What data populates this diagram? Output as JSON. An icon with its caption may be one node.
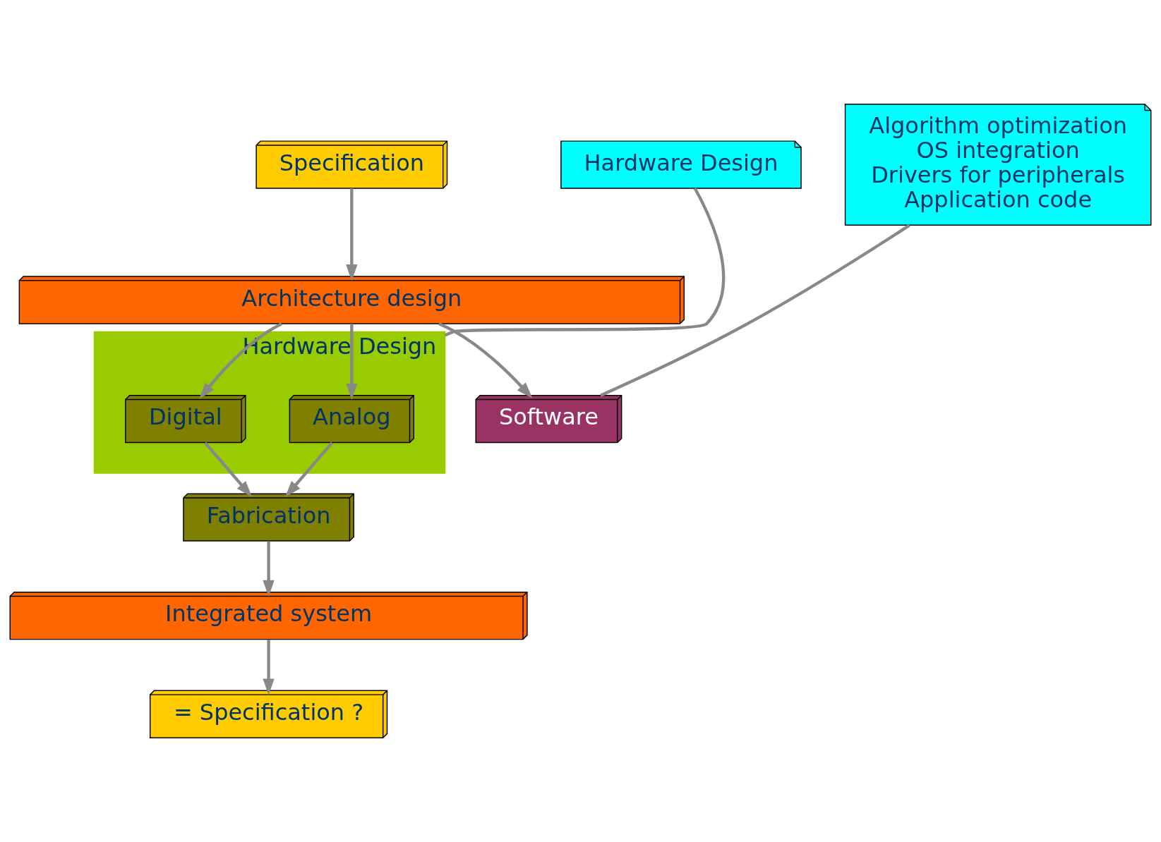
{
  "diagram": {
    "nodes": [
      {
        "text": [
          "Specification"
        ]
      },
      {
        "text": [
          "Architecture design"
        ]
      },
      {
        "text": [
          "Hardware Design"
        ]
      },
      {
        "text": [
          "Analog"
        ],
        "in": 2
      },
      {
        "text": [
          "Digital"
        ],
        "in": 2
      },
      {
        "text": [
          "Hardware Design"
        ]
      },
      {
        "text": [
          "Software"
        ]
      },
      {
        "text": [
          "Algorithm optimization",
          "OS integration",
          "Drivers for peripherals",
          "Application code"
        ]
      },
      {
        "text": [
          "Fabrication"
        ]
      },
      {
        "text": [
          "Integrated system"
        ]
      },
      {
        "text": [
          "= Specification ?"
        ]
      }
    ],
    "edges": [
      {
        "from": 0,
        "to": 1,
        "arrow": "to"
      },
      {
        "from": 1,
        "to": 3,
        "arrow": "to"
      },
      {
        "from": 1,
        "to": 4,
        "arrow": "to"
      },
      {
        "from": 1,
        "to": 6,
        "arrow": "to"
      },
      {
        "from": 3,
        "to": 8,
        "arrow": "to"
      },
      {
        "from": 4,
        "to": 8,
        "arrow": "to"
      },
      {
        "from": 8,
        "to": 9,
        "arrow": "to"
      },
      {
        "from": 9,
        "to": 10,
        "arrow": "to"
      },
      {
        "from": 5,
        "to": 2,
        "arrow": "none"
      },
      {
        "from": 7,
        "to": 6,
        "arrow": "none"
      }
    ]
  }
}
